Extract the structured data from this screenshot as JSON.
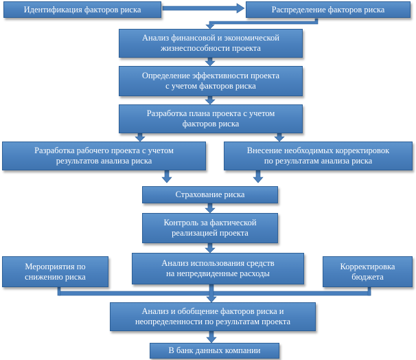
{
  "diagram": {
    "nodes": {
      "identification": "Идентификация факторов риска",
      "distribution": "Распределение факторов риска",
      "analysis_viability": "Анализ  финансовой и экономической\nжизнеспособности проекта",
      "efficiency": "Определение эффективности проекта\nс учетом факторов риска",
      "plan": "Разработка плана проекта с учетом\nфакторов риска",
      "working_project": "Разработка рабочего проекта с учетом\nрезультатов анализа риска",
      "corrections": "Внесение необходимых корректировок\nпо результатам анализа риска",
      "insurance": "Страхование риска",
      "control": "Контроль за фактической\nреализацией проекта",
      "risk_reduction": "Мероприятия по\nснижению риска",
      "contingency": "Анализ использования средств\nна непредвиденные расходы",
      "budget": "Корректировка\nбюджета",
      "generalization": "Анализ и обобщение факторов риска и\nнеопределенности по результатам проекта",
      "database": "В банк данных компании"
    },
    "colors": {
      "box_fill": "#4a80bd",
      "box_border": "#2d5f96",
      "text": "#ffffff",
      "connector": "#4a80bd"
    }
  }
}
